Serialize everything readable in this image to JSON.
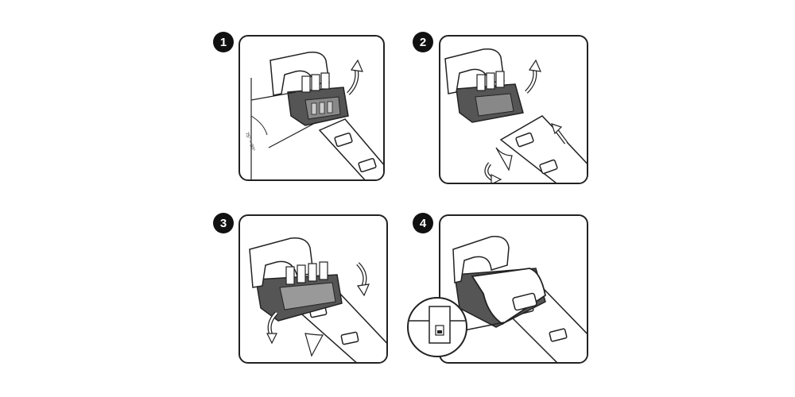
{
  "steps": [
    {
      "number": "1",
      "angle_label": "75° ~ 90°"
    },
    {
      "number": "2"
    },
    {
      "number": "3"
    },
    {
      "number": "4"
    }
  ],
  "colors": {
    "outline": "#222222",
    "badge": "#111111",
    "dark_body": "#555555",
    "mid_gray": "#999999",
    "light_gray": "#dddddd"
  }
}
